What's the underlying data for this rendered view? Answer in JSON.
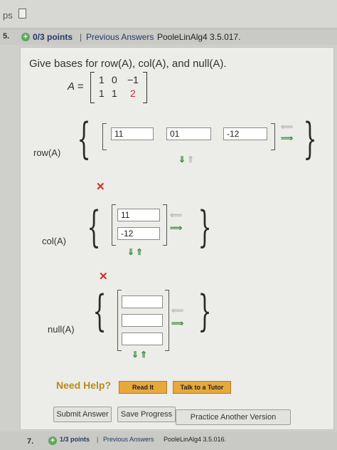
{
  "top": {
    "tab_fragment": "ps"
  },
  "question": {
    "number": "5.",
    "points": "0/3 points",
    "separator": "|",
    "previous_answers": "Previous Answers",
    "id": "PooleLinAlg4 3.5.017.",
    "prompt": "Give bases for row(A), col(A), and null(A).",
    "matrix_label": "A =",
    "matrix": [
      [
        "1",
        "0",
        "−1"
      ],
      [
        "1",
        "1",
        "2"
      ]
    ]
  },
  "row_section": {
    "label": "row(A)",
    "inputs": [
      "11",
      "01",
      "-12"
    ]
  },
  "col_section": {
    "label": "col(A)",
    "inputs": [
      "11",
      "-12"
    ]
  },
  "null_section": {
    "label": "null(A)",
    "inputs": [
      "",
      "",
      ""
    ]
  },
  "help": {
    "label": "Need Help?",
    "read_it": "Read It",
    "talk_to_tutor": "Talk to a Tutor"
  },
  "actions": {
    "submit": "Submit Answer",
    "save": "Save Progress",
    "practice": "Practice Another Version"
  },
  "next_question": {
    "number": "7.",
    "points": "1/3 points",
    "separator": "|",
    "previous_answers": "Previous Answers",
    "id": "PooleLinAlg4 3.5.016."
  },
  "colors": {
    "accent_green": "#5ba85b",
    "error_red": "#d12b2b",
    "button_orange": "#e7a83c",
    "link_blue": "#263a66"
  },
  "icons": [
    "document-icon",
    "plus-circle-icon",
    "x-mark-icon",
    "arrow-left-icon",
    "arrow-right-icon",
    "arrow-down-icon",
    "arrow-up-icon"
  ]
}
